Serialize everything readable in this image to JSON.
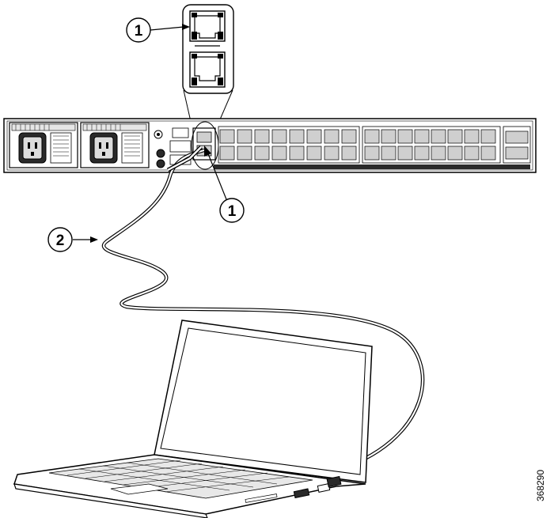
{
  "callouts": {
    "rj45_top": "1",
    "rj45_panel": "1",
    "cable": "2"
  },
  "figure_id": "368290",
  "colors": {
    "line": "#000000",
    "port_gray": "#cfcfcf",
    "chassis_dark": "#2a2a2a"
  }
}
